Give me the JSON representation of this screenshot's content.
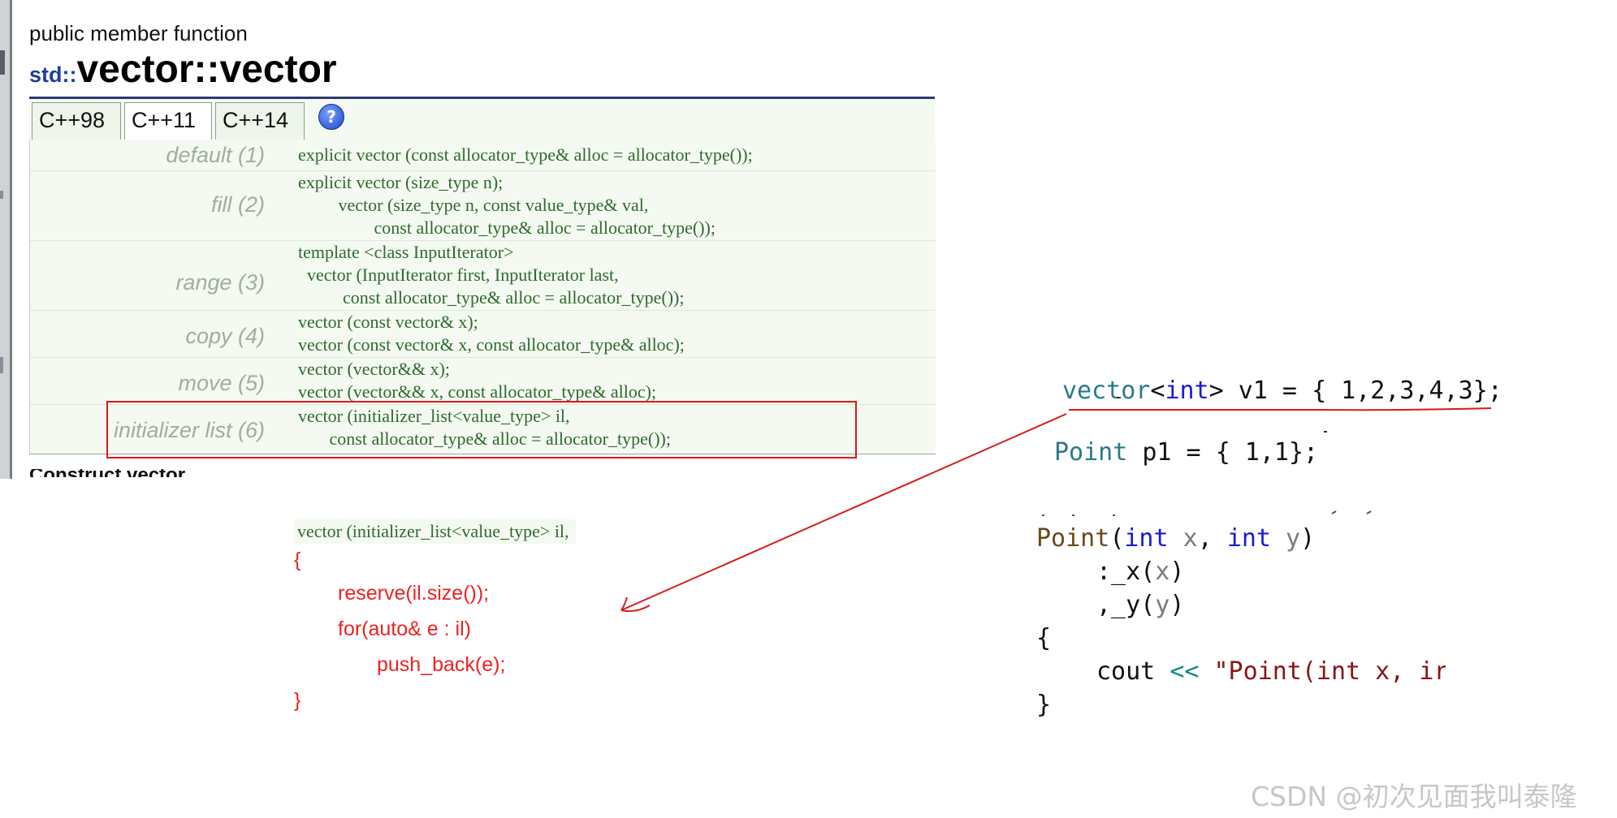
{
  "heading": {
    "kind": "public member function",
    "namespace": "std::",
    "name": "vector::vector"
  },
  "tabs": [
    {
      "label": "C++98",
      "active": false
    },
    {
      "label": "C++11",
      "active": true
    },
    {
      "label": "C++14",
      "active": false
    }
  ],
  "help_icon": "help-circle-icon",
  "signatures": [
    {
      "label": "default (1)",
      "lines": [
        "explicit vector (const allocator_type& alloc = allocator_type());"
      ]
    },
    {
      "label": "fill (2)",
      "lines": [
        "explicit vector (size_type n);",
        "         vector (size_type n, const value_type& val,",
        "                 const allocator_type& alloc = allocator_type());"
      ]
    },
    {
      "label": "range (3)",
      "lines": [
        "template <class InputIterator>",
        "  vector (InputIterator first, InputIterator last,",
        "          const allocator_type& alloc = allocator_type());"
      ]
    },
    {
      "label": "copy (4)",
      "lines": [
        "vector (const vector& x);",
        "vector (const vector& x, const allocator_type& alloc);"
      ]
    },
    {
      "label": "move (5)",
      "lines": [
        "vector (vector&& x);",
        "vector (vector&& x, const allocator_type& alloc);"
      ]
    },
    {
      "label": "initializer list (6)",
      "lines": [
        "vector (initializer_list<value_type> il,",
        "       const allocator_type& alloc = allocator_type());"
      ]
    }
  ],
  "below_heading": "Construct vector",
  "snippet": {
    "signature": "vector (initializer_list<value_type> il,",
    "lines": [
      "{",
      "reserve(il.size());",
      "for(auto& e : il)",
      "push_back(e);",
      "}"
    ]
  },
  "right_code": {
    "vector_decl": {
      "type": "vector",
      "lt": "<",
      "kw": "int",
      "gt": ">",
      "name": " v1 = ",
      "init": "{ 1,2,3,4,3};"
    },
    "point_decl": {
      "type": "Point",
      "name": " p1 = ",
      "init": "{ 1,1};"
    },
    "ctor": {
      "name": "Point",
      "open": "(",
      "kw1": "int",
      "p1": " x",
      "comma": ", ",
      "kw2": "int",
      "p2": " y",
      "close": ")",
      "init1_pre": ":_x(",
      "init1_arg": "x",
      "init1_post": ")",
      "init2_pre": ",_y(",
      "init2_arg": "y",
      "init2_post": ")",
      "brace_open": "{",
      "cout": "cout ",
      "shift": "<<",
      "str": " \"Point(int x, ir",
      "brace_close": "}"
    }
  },
  "watermark": "CSDN @初次见面我叫泰隆",
  "colors": {
    "annotation_red": "#d91a1a",
    "code_green": "#2f6a2f",
    "keyword_blue": "#1a1ad6"
  }
}
